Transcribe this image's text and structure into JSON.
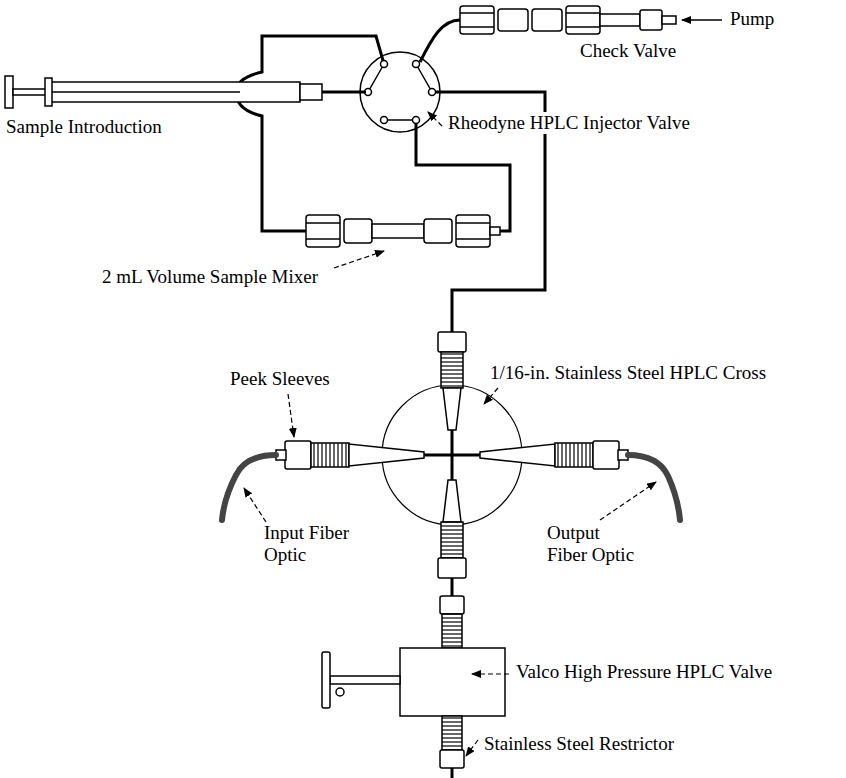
{
  "diagram": {
    "labels": [
      "Pump",
      "Check Valve",
      "Sample Introduction",
      "Rheodyne HPLC Injector Valve",
      "2 mL Volume Sample Mixer",
      "Peek Sleeves",
      "1/16-in. Stainless Steel HPLC Cross",
      "Input Fiber Optic",
      "Output Fiber Optic",
      "Valco High Pressure HPLC Valve",
      "Stainless Steel Restrictor"
    ]
  }
}
